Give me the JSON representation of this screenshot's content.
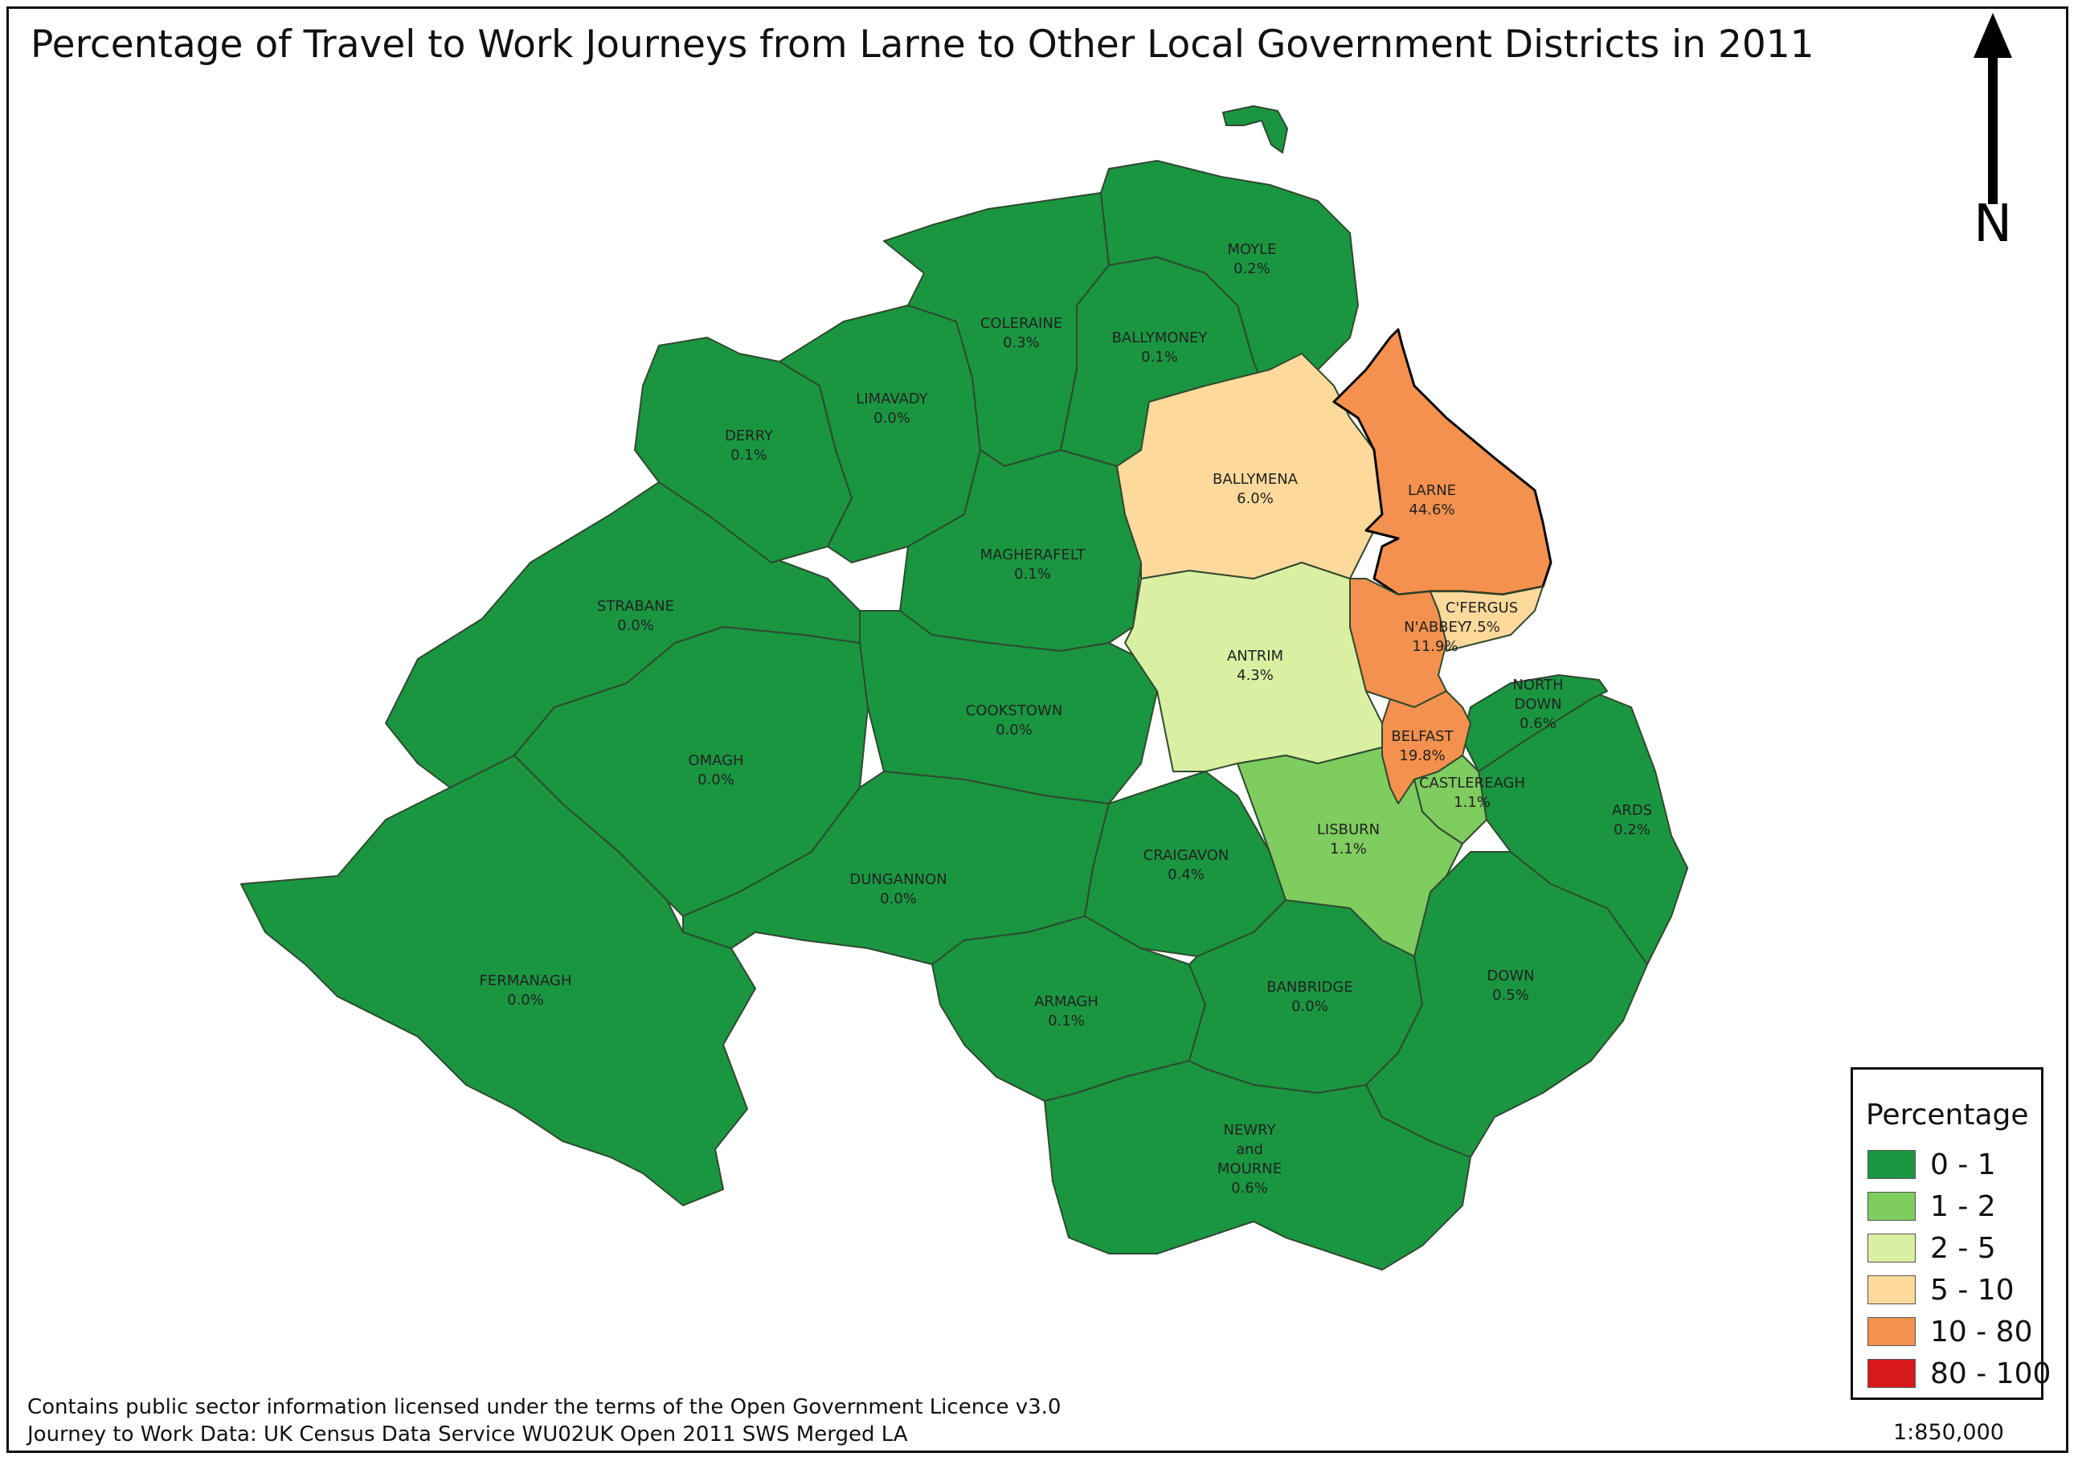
{
  "title": "Percentage of Travel to Work Journeys from Larne to Other Local Government Districts in 2011",
  "north_arrow": {
    "label": "N"
  },
  "legend": {
    "title": "Percentage",
    "classes": [
      {
        "label": "0 - 1",
        "color": "#1a9641"
      },
      {
        "label": "1 - 2",
        "color": "#7fcc5f"
      },
      {
        "label": "2 - 5",
        "color": "#d9f0a3"
      },
      {
        "label": "5 - 10",
        "color": "#fdd99b"
      },
      {
        "label": "10 - 80",
        "color": "#f4914e"
      },
      {
        "label": "80 - 100",
        "color": "#d7191c"
      }
    ]
  },
  "districts": [
    {
      "name": "MOYLE",
      "value": "0.2%",
      "class": 0
    },
    {
      "name": "COLERAINE",
      "value": "0.3%",
      "class": 0
    },
    {
      "name": "BALLYMONEY",
      "value": "0.1%",
      "class": 0
    },
    {
      "name": "LIMAVADY",
      "value": "0.0%",
      "class": 0
    },
    {
      "name": "DERRY",
      "value": "0.1%",
      "class": 0
    },
    {
      "name": "BALLYMENA",
      "value": "6.0%",
      "class": 3
    },
    {
      "name": "LARNE",
      "value": "44.6%",
      "class": 4
    },
    {
      "name": "MAGHERAFELT",
      "value": "0.1%",
      "class": 0
    },
    {
      "name": "STRABANE",
      "value": "0.0%",
      "class": 0
    },
    {
      "name": "N'ABBEY",
      "value": "11.9%",
      "class": 4
    },
    {
      "name": "C'FERGUS",
      "value": "7.5%",
      "class": 3
    },
    {
      "name": "ANTRIM",
      "value": "4.3%",
      "class": 2
    },
    {
      "name": "NORTH DOWN",
      "value": "0.6%",
      "class": 0
    },
    {
      "name": "COOKSTOWN",
      "value": "0.0%",
      "class": 0
    },
    {
      "name": "OMAGH",
      "value": "0.0%",
      "class": 0
    },
    {
      "name": "BELFAST",
      "value": "19.8%",
      "class": 4
    },
    {
      "name": "CASTLEREAGH",
      "value": "1.1%",
      "class": 1
    },
    {
      "name": "ARDS",
      "value": "0.2%",
      "class": 0
    },
    {
      "name": "LISBURN",
      "value": "1.1%",
      "class": 1
    },
    {
      "name": "CRAIGAVON",
      "value": "0.4%",
      "class": 0
    },
    {
      "name": "DUNGANNON",
      "value": "0.0%",
      "class": 0
    },
    {
      "name": "FERMANAGH",
      "value": "0.0%",
      "class": 0
    },
    {
      "name": "ARMAGH",
      "value": "0.1%",
      "class": 0
    },
    {
      "name": "BANBRIDGE",
      "value": "0.0%",
      "class": 0
    },
    {
      "name": "DOWN",
      "value": "0.5%",
      "class": 0
    },
    {
      "name": "NEWRY and MOURNE",
      "value": "0.6%",
      "class": 0
    }
  ],
  "footer": {
    "line1": "Contains public sector information licensed under the terms of the Open Government Licence v3.0",
    "line2": "Journey to Work Data: UK Census Data Service WU02UK Open 2011 SWS Merged LA"
  },
  "scale": "1:850,000"
}
